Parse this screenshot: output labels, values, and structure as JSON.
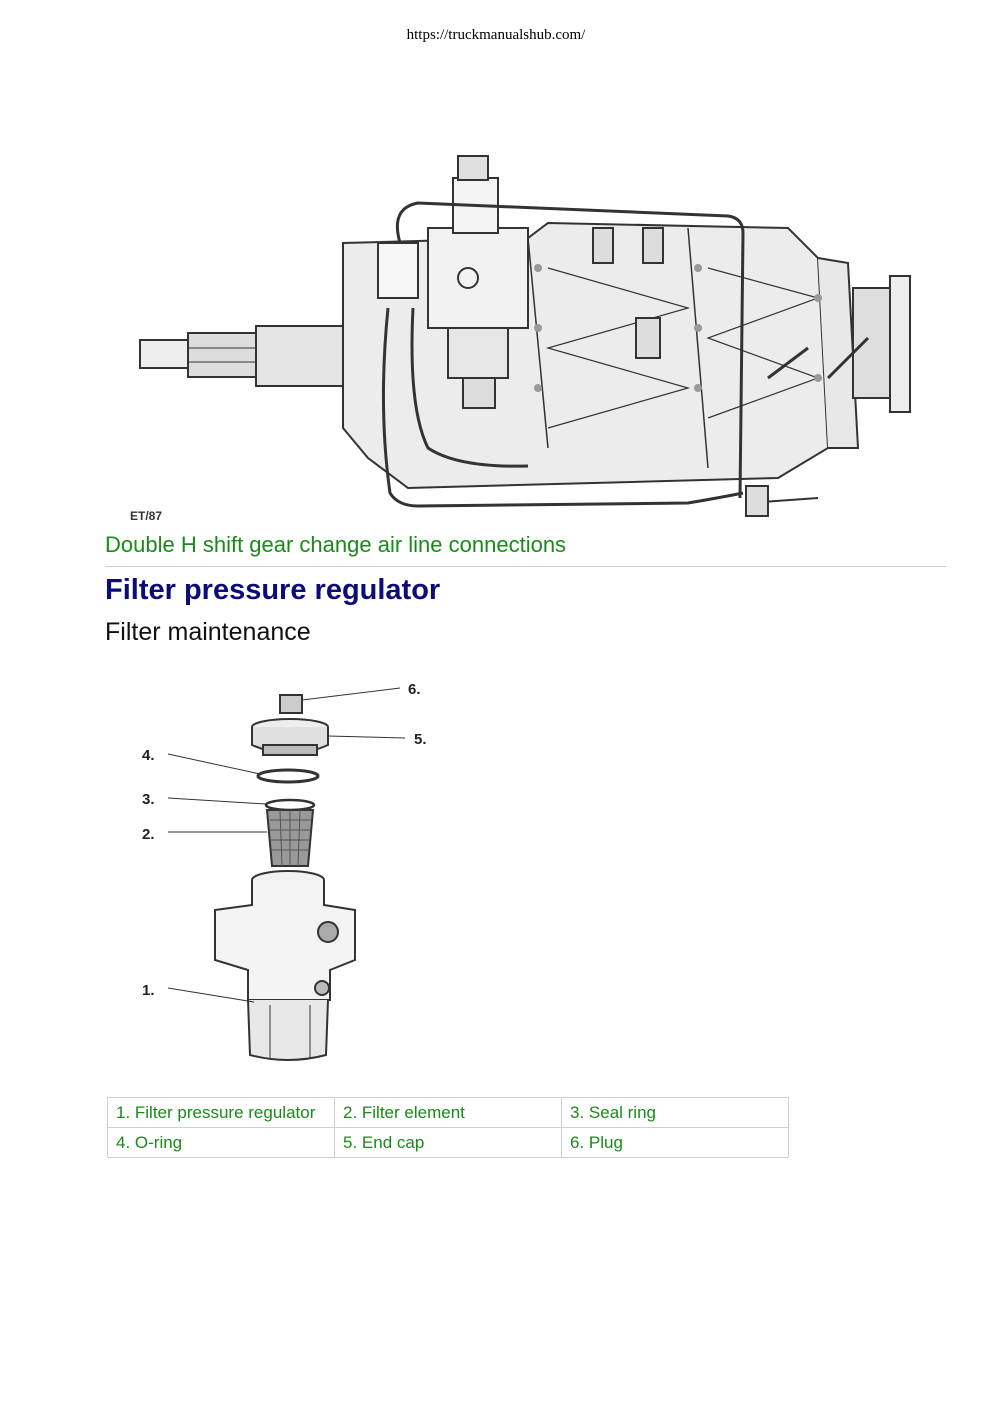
{
  "header": {
    "url": "https://truckmanualshub.com/"
  },
  "figure1": {
    "code": "ET/87",
    "caption": "Double H shift gear change air line connections"
  },
  "section": {
    "title": "Filter pressure regulator",
    "subtitle": "Filter maintenance"
  },
  "figure2": {
    "callouts": [
      "1.",
      "2.",
      "3.",
      "4.",
      "5.",
      "6."
    ]
  },
  "legend": {
    "rows": [
      [
        "1. Filter pressure regulator",
        "2. Filter element",
        "3. Seal ring"
      ],
      [
        "4. O-ring",
        "5. End cap",
        "6. Plug"
      ]
    ]
  }
}
